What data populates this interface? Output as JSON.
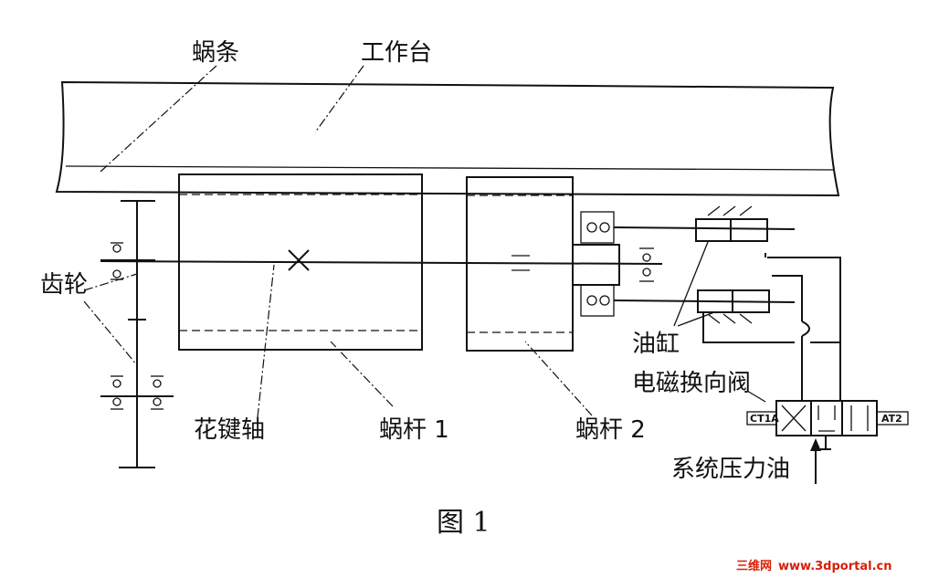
{
  "labels": {
    "worm_rack": "蜗条",
    "worktable": "工作台",
    "gears": "齿轮",
    "spline_shaft": "花键轴",
    "worm1": "蜗杆 1",
    "worm2": "蜗杆 2",
    "oil_cylinder": "油缸",
    "solenoid_valve": "电磁换向阀",
    "system_oil": "系统压力油",
    "coil_left": "CT1A",
    "coil_right": "AT2"
  },
  "caption": "图 1",
  "watermark": {
    "site_name": "三维网",
    "url": "www.3dportal.cn",
    "color": "#d81e06"
  }
}
